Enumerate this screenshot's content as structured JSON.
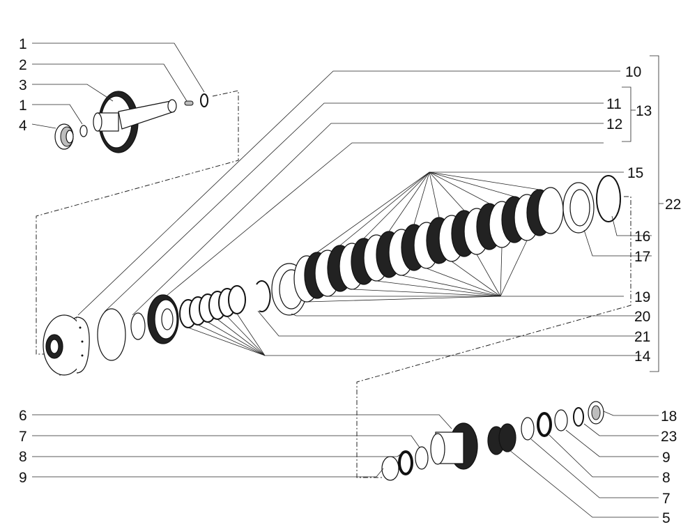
{
  "diagram": {
    "callouts_left": [
      "1",
      "2",
      "3",
      "1",
      "4",
      "6",
      "7",
      "8",
      "9"
    ],
    "callouts_right": [
      "10",
      "11",
      "12",
      "15",
      "16",
      "17",
      "19",
      "20",
      "21",
      "14",
      "18",
      "23",
      "9",
      "8",
      "7",
      "5"
    ],
    "group_labels": [
      "13",
      "22"
    ]
  }
}
